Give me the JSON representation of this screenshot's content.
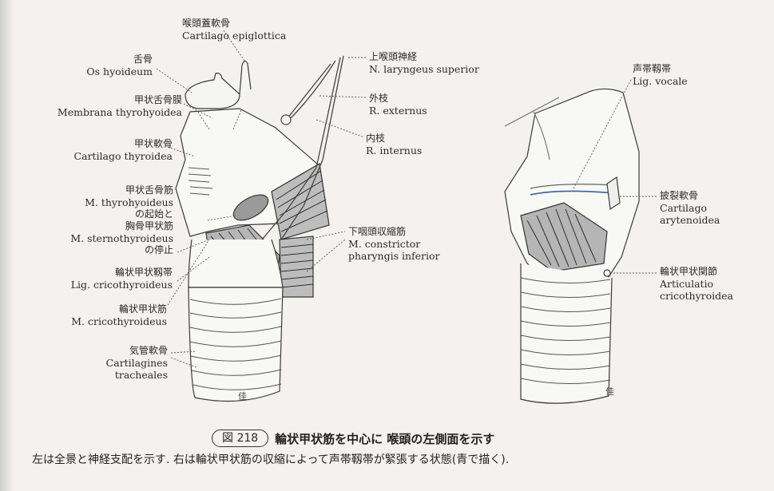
{
  "figure": {
    "badge": "図 218",
    "title": "輪状甲状筋を中心に 喉頭の左側面を示す",
    "subtitle": "左は全景と神経支配を示す. 右は輪状甲状筋の収縮によって声帯靱帯が緊張する状態(青で描く)."
  },
  "left_labels": {
    "epiglottis_jp": "喉頭蓋軟骨",
    "epiglottis_la": "Cartilago epiglottica",
    "hyoid_jp": "舌骨",
    "hyoid_la": "Os hyoideum",
    "thyrohyoid_mem_jp": "甲状舌骨膜",
    "thyrohyoid_mem_la": "Membrana thyrohyoidea",
    "thyroid_cart_jp": "甲状軟骨",
    "thyroid_cart_la": "Cartilago thyroidea",
    "thyrohyoid_m_jp": "甲状舌骨筋",
    "thyrohyoid_m_la": "M. thyrohyoideus",
    "origin_jp": "の起始と",
    "sternothyroid_jp": "胸骨甲状筋",
    "sternothyroid_la": "M. sternothyroideus",
    "insertion_jp": "の停止",
    "cricothyroid_lig_jp": "輪状甲状靱帯",
    "cricothyroid_lig_la": "Lig. cricothyroideus",
    "cricothyroid_m_jp": "輪状甲状筋",
    "cricothyroid_m_la": "M. cricothyroideus",
    "tracheal_jp": "気管軟骨",
    "tracheal_la1": "Cartilagines",
    "tracheal_la2": "tracheales",
    "sup_laryngeal_jp": "上喉頭神経",
    "sup_laryngeal_la": "N. laryngeus superior",
    "external_jp": "外枝",
    "external_la": "R. externus",
    "internal_jp": "内枝",
    "internal_la": "R. internus",
    "inf_constrictor_jp": "下咽頭収縮筋",
    "inf_constrictor_la1": "M. constrictor",
    "inf_constrictor_la2": "pharyngis inferior"
  },
  "right_labels": {
    "vocal_lig_jp": "声帯靱帯",
    "vocal_lig_la": "Lig. vocale",
    "arytenoid_jp": "披裂軟骨",
    "arytenoid_la1": "Cartilago",
    "arytenoid_la2": "arytenoidea",
    "cricothyroid_joint_jp": "輪状甲状関節",
    "cricothyroid_joint_la1": "Articulatio",
    "cricothyroid_joint_la2": "cricothyroidea"
  },
  "signature": "佳"
}
